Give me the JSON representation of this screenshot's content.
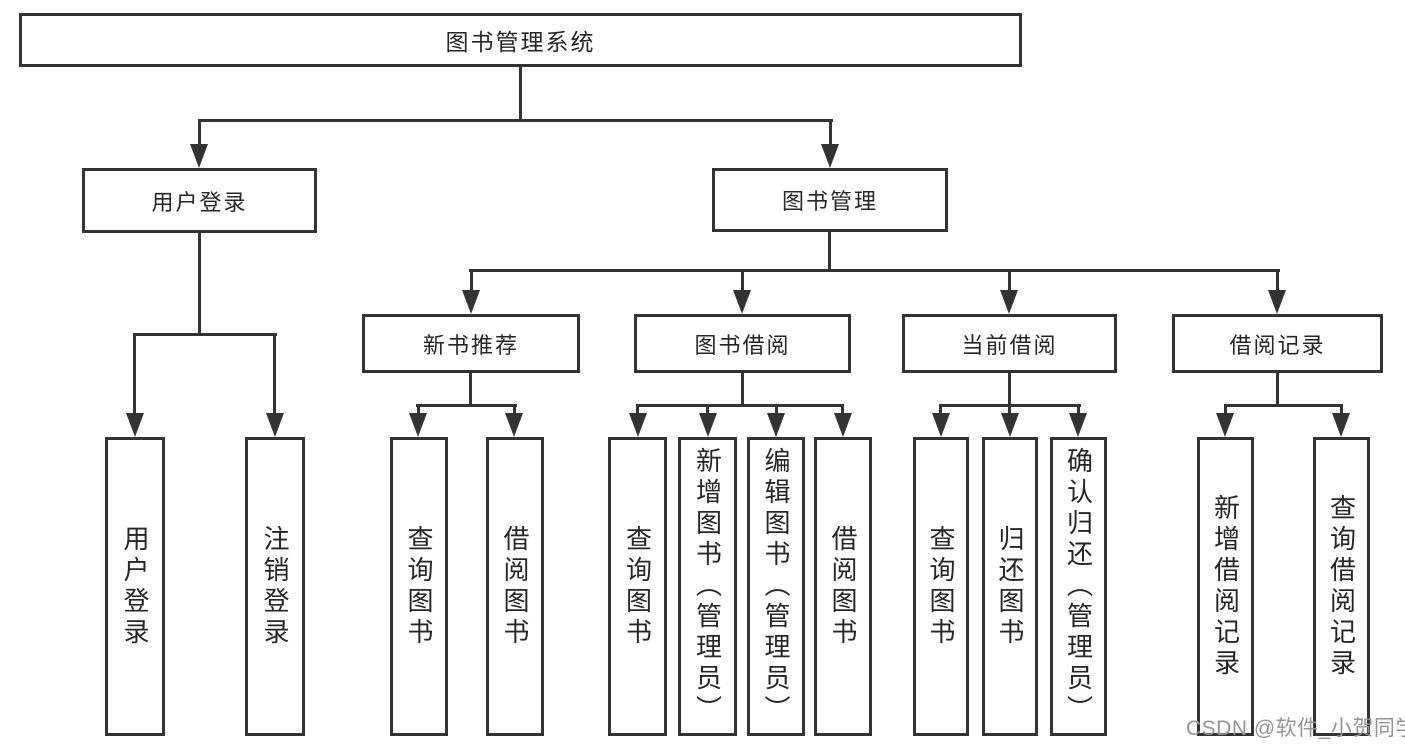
{
  "diagram": {
    "type": "tree",
    "direction": "top-down",
    "colors": {
      "line": "#333333",
      "box_border": "#333333",
      "text": "#262626",
      "background": "#ffffff",
      "watermark": "#949494"
    },
    "watermark": "CSDN @软件_小贺同学",
    "tree": {
      "label": "图书管理系统",
      "children": [
        {
          "label": "用户登录",
          "children": [
            {
              "label": "用户登录"
            },
            {
              "label": "注销登录"
            }
          ]
        },
        {
          "label": "图书管理",
          "children": [
            {
              "label": "新书推荐",
              "children": [
                {
                  "label": "查询图书"
                },
                {
                  "label": "借阅图书"
                }
              ]
            },
            {
              "label": "图书借阅",
              "children": [
                {
                  "label": "查询图书"
                },
                {
                  "label": "新增图书（管理员）"
                },
                {
                  "label": "编辑图书（管理员）"
                },
                {
                  "label": "借阅图书"
                }
              ]
            },
            {
              "label": "当前借阅",
              "children": [
                {
                  "label": "查询图书"
                },
                {
                  "label": "归还图书"
                },
                {
                  "label": "确认归还（管理员）"
                }
              ]
            },
            {
              "label": "借阅记录",
              "children": [
                {
                  "label": "新增借阅记录"
                },
                {
                  "label": "查询借阅记录"
                }
              ]
            }
          ]
        }
      ]
    }
  }
}
